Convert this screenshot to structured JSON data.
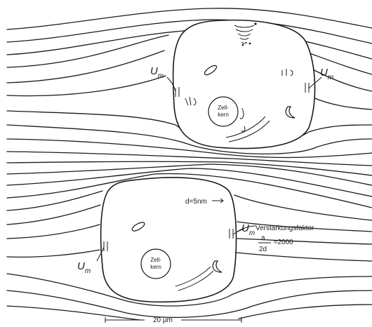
{
  "labels": {
    "nucleus_line1": "Zell-",
    "nucleus_line2": "kern",
    "membrane_potential": "U",
    "membrane_potential_sub": "m",
    "membrane_thickness": "d=5nm",
    "amplification_title": "Verstärkungsfaktor",
    "amplification_numerator": "a",
    "amplification_denominator": "2d",
    "amplification_value": "≈2000",
    "scale_bar": "20 µm"
  }
}
